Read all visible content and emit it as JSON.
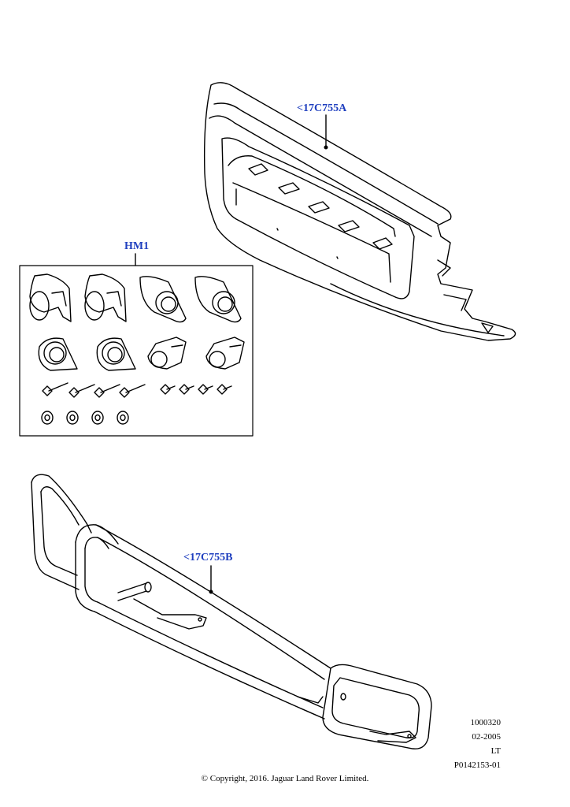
{
  "callouts": {
    "bumper": "<17C755A",
    "kit": "HM1",
    "bar": "<17C755B"
  },
  "reference": {
    "line1": "1000320",
    "line2": "02-2005",
    "line3": "LT",
    "line4": "P0142153-01"
  },
  "copyright": "© Copyright, 2016. Jaguar Land Rover Limited.",
  "colors": {
    "callout": "#1f3fbf",
    "line": "#000000"
  }
}
